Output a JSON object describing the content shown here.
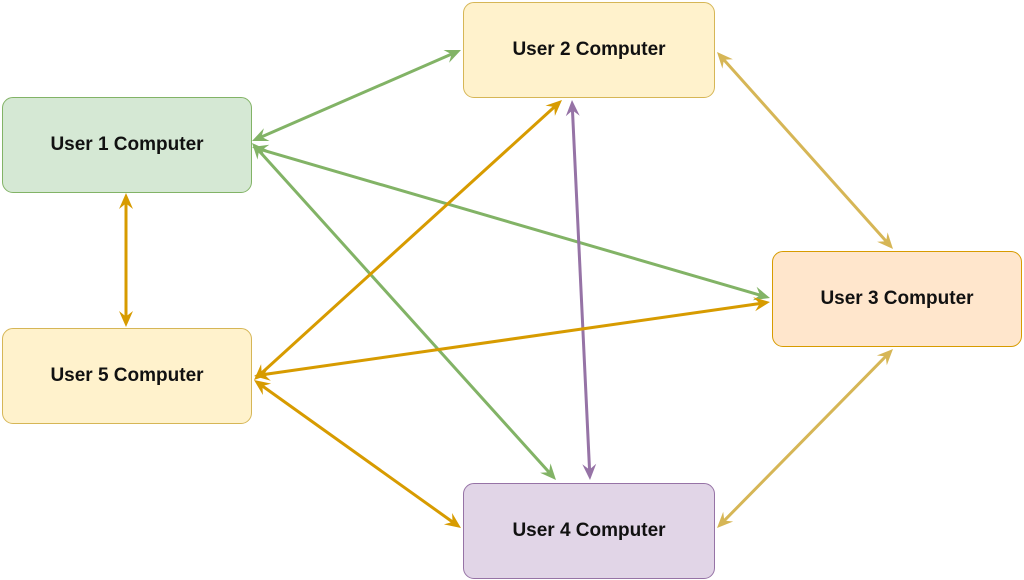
{
  "nodes": {
    "user1": {
      "label": "User 1 Computer",
      "fill": "#d5e8d4",
      "stroke": "#82b366"
    },
    "user2": {
      "label": "User 2 Computer",
      "fill": "#fff2cc",
      "stroke": "#d6b656"
    },
    "user3": {
      "label": "User 3 Computer",
      "fill": "#ffe6cc",
      "stroke": "#d79b00"
    },
    "user4": {
      "label": "User 4 Computer",
      "fill": "#e1d5e7",
      "stroke": "#9673a6"
    },
    "user5": {
      "label": "User 5 Computer",
      "fill": "#fff2cc",
      "stroke": "#d6b656"
    }
  },
  "edges": [
    {
      "from": "user1",
      "to": "user2",
      "color": "#82b366",
      "bidirectional": true
    },
    {
      "from": "user1",
      "to": "user3",
      "color": "#82b366",
      "bidirectional": true
    },
    {
      "from": "user1",
      "to": "user4",
      "color": "#82b366",
      "bidirectional": true
    },
    {
      "from": "user1",
      "to": "user5",
      "color": "#d79b00",
      "bidirectional": true
    },
    {
      "from": "user2",
      "to": "user3",
      "color": "#d6b656",
      "bidirectional": true
    },
    {
      "from": "user2",
      "to": "user4",
      "color": "#9673a6",
      "bidirectional": true
    },
    {
      "from": "user2",
      "to": "user5",
      "color": "#d79b00",
      "bidirectional": true
    },
    {
      "from": "user3",
      "to": "user4",
      "color": "#d6b656",
      "bidirectional": true
    },
    {
      "from": "user3",
      "to": "user5",
      "color": "#d79b00",
      "bidirectional": true
    },
    {
      "from": "user4",
      "to": "user5",
      "color": "#d79b00",
      "bidirectional": true
    }
  ]
}
